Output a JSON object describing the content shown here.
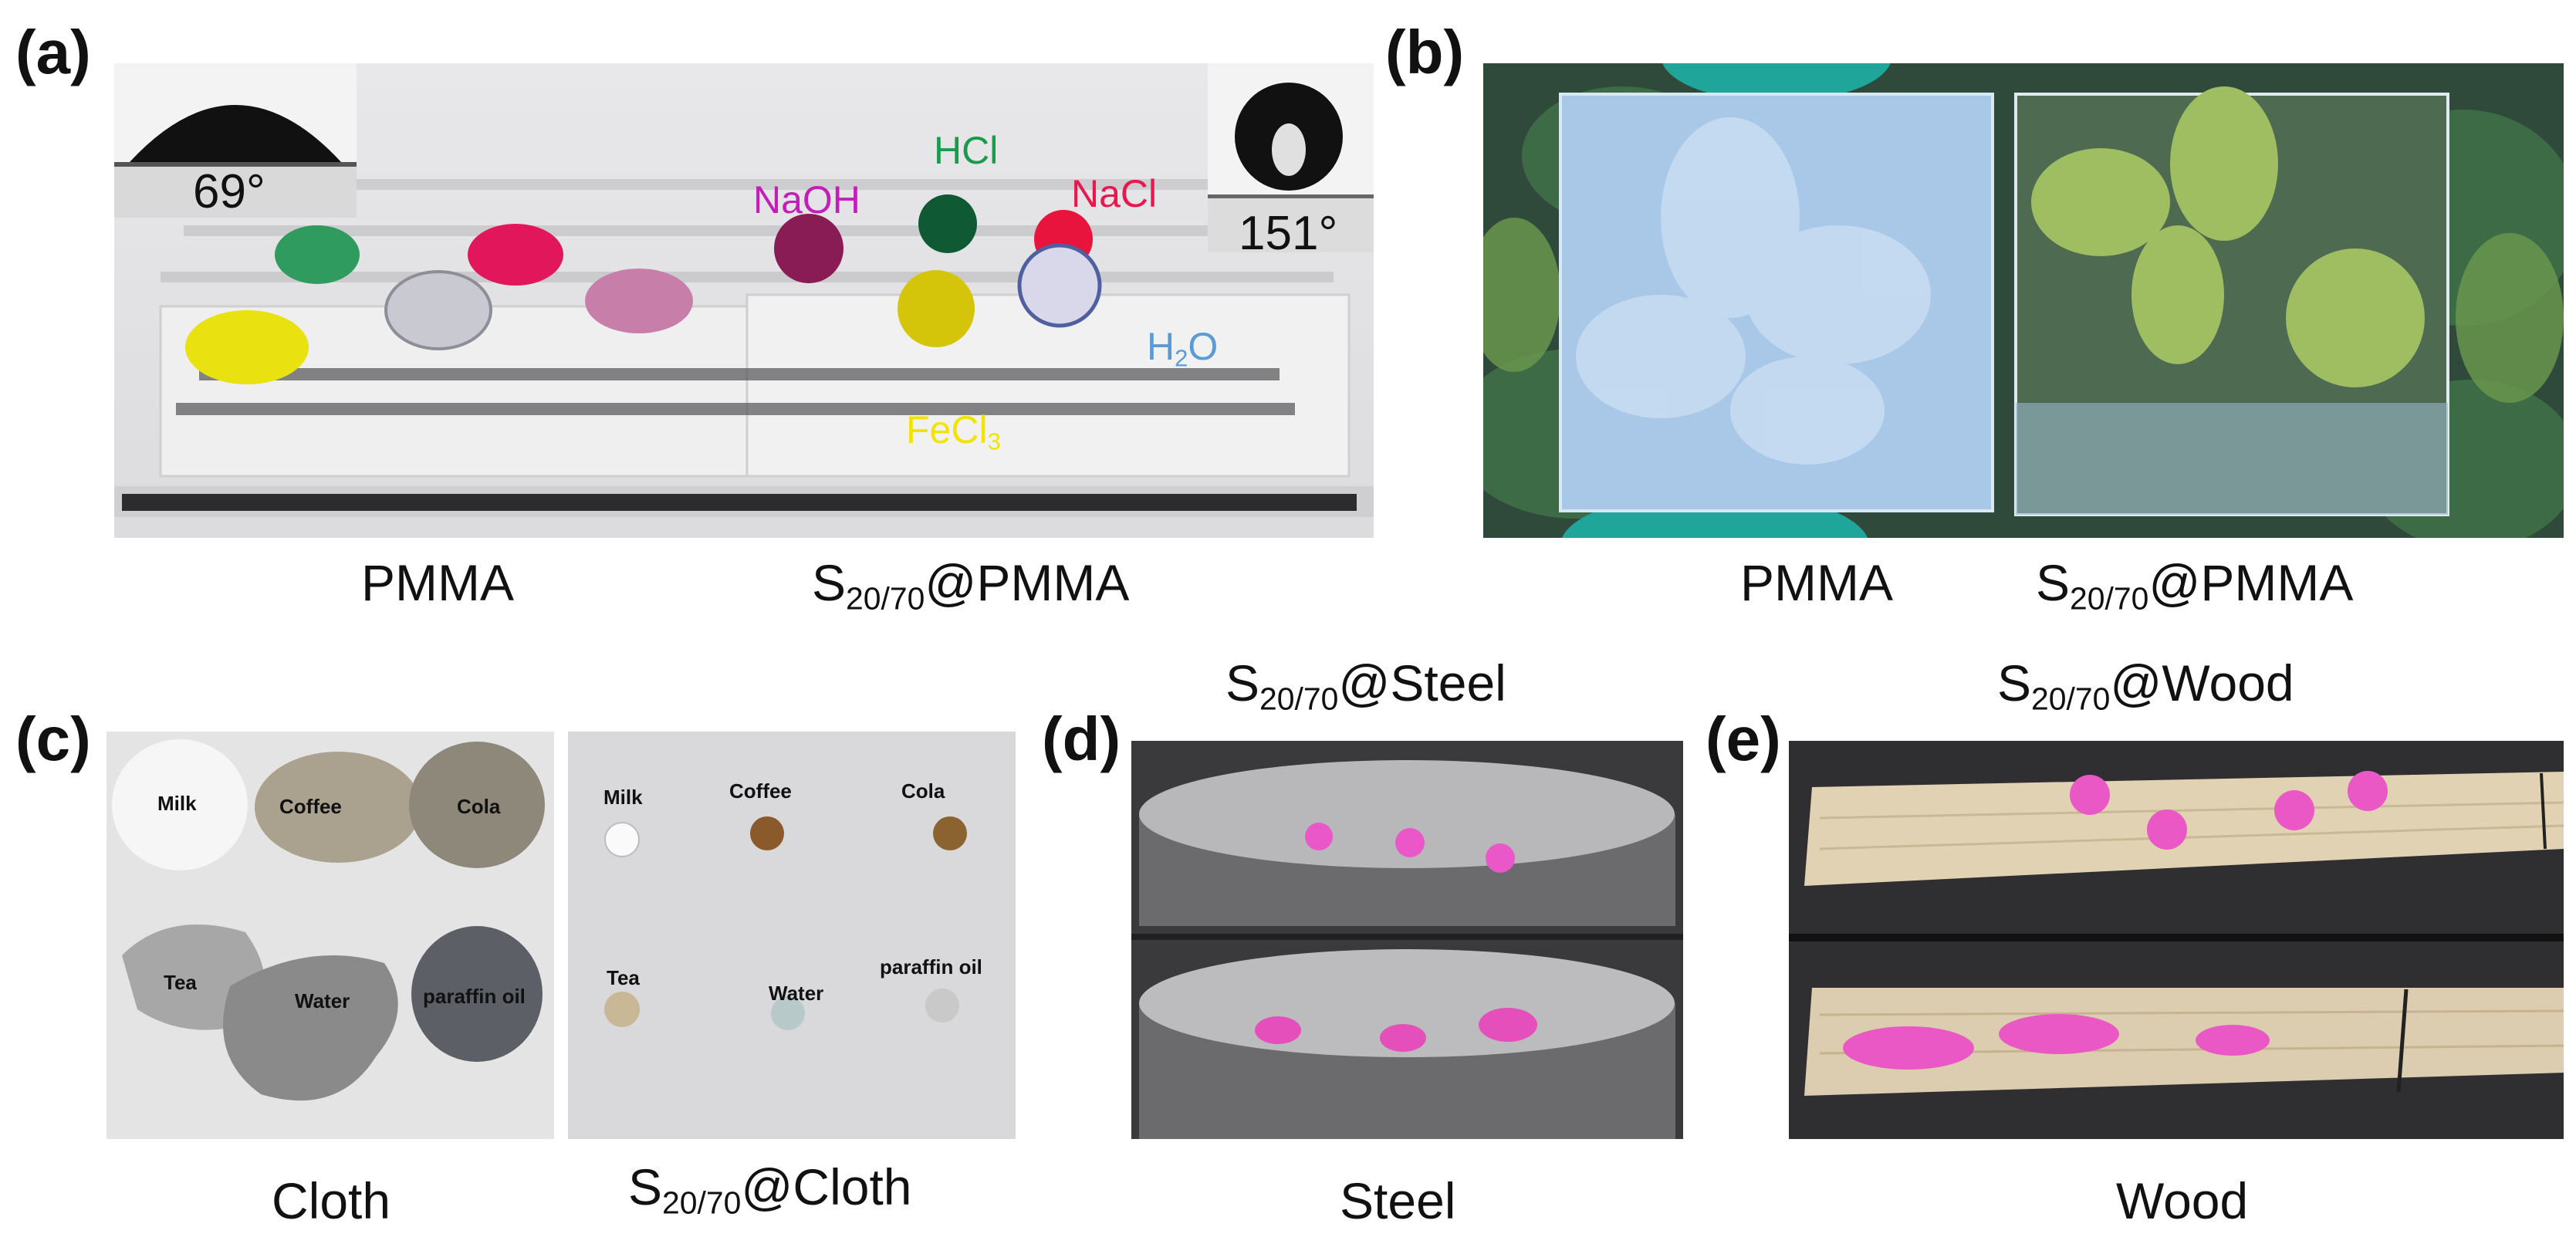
{
  "panels": {
    "a": {
      "letter": "(a)",
      "left_angle": "69°",
      "right_angle": "151°",
      "liquids": {
        "hcl": "HCl",
        "naoh": "NaOH",
        "nacl": "NaCl",
        "h2o_main": "H",
        "h2o_sub": "2",
        "h2o_end": "O",
        "fecl3_main": "FeCl",
        "fecl3_sub": "3"
      },
      "captions": {
        "left": "PMMA",
        "right_main": "S",
        "right_sub": "20/70",
        "right_end": "@PMMA"
      },
      "colors": {
        "hcl": "#1a9b4b",
        "naoh": "#c21fb8",
        "nacl": "#e8184f",
        "h2o": "#5b9bd5",
        "fecl3": "#f2e400"
      }
    },
    "b": {
      "letter": "(b)",
      "captions": {
        "left": "PMMA",
        "right_main": "S",
        "right_sub": "20/70",
        "right_end": "@PMMA"
      }
    },
    "c": {
      "letter": "(c)",
      "cloth_labels": {
        "milk": "Milk",
        "coffee": "Coffee",
        "cola": "Cola",
        "tea": "Tea",
        "water": "Water",
        "oil": "paraffin oil"
      },
      "coated_labels": {
        "milk": "Milk",
        "coffee": "Coffee",
        "cola": "Cola",
        "tea": "Tea",
        "water": "Water",
        "oil": "paraffin oil"
      },
      "captions": {
        "left": "Cloth",
        "right_main": "S",
        "right_sub": "20/70",
        "right_end": "@Cloth"
      }
    },
    "d": {
      "letter": "(d)",
      "top_main": "S",
      "top_sub": "20/70",
      "top_end": "@Steel",
      "bottom": "Steel"
    },
    "e": {
      "letter": "(e)",
      "top_main": "S",
      "top_sub": "20/70",
      "top_end": "@Wood",
      "bottom": "Wood"
    }
  }
}
